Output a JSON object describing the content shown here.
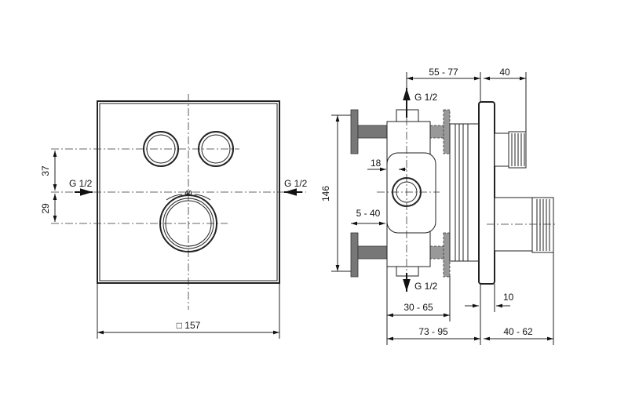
{
  "front_view": {
    "dim_vertical_upper": "37",
    "dim_vertical_lower": "29",
    "inlet_left": "G 1/2",
    "inlet_right": "G 1/2",
    "dial_mark": "40",
    "dim_width": "□ 157"
  },
  "side_view": {
    "dim_top_depth": "55 - 77",
    "dim_top_trim": "40",
    "outlet_top": "G 1/2",
    "outlet_bottom": "G 1/2",
    "dim_height": "146",
    "dim_offset": "18",
    "dim_flange": "5 - 40",
    "dim_body": "30 - 65",
    "dim_plate": "10",
    "dim_install_depth": "73 - 95",
    "dim_trim_depth": "40 - 62"
  }
}
